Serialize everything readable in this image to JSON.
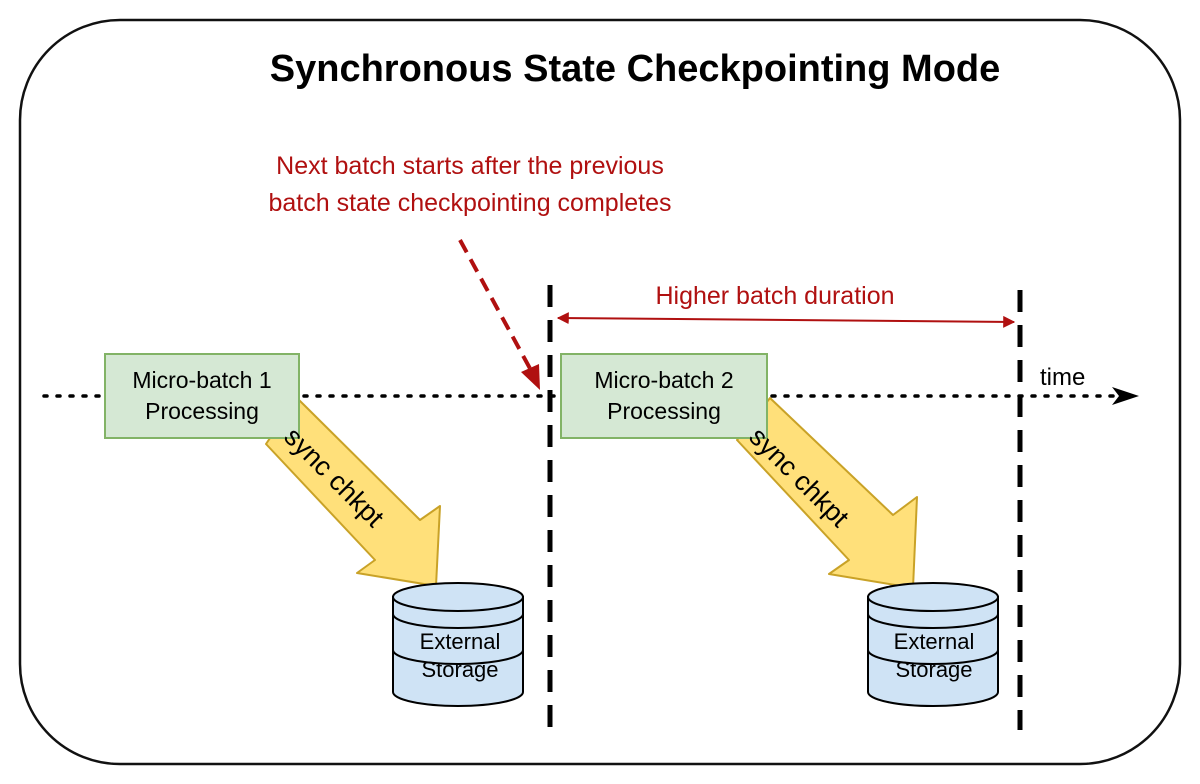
{
  "title": "Synchronous State Checkpointing Mode",
  "annotation": {
    "line1": "Next batch starts after the previous",
    "line2": "batch state checkpointing completes"
  },
  "duration_label": "Higher batch duration",
  "time_label": "time",
  "batches": [
    {
      "line1": "Micro-batch 1",
      "line2": "Processing",
      "checkpoint_label": "sync chkpt",
      "storage_line1": "External",
      "storage_line2": "Storage"
    },
    {
      "line1": "Micro-batch 2",
      "line2": "Processing",
      "checkpoint_label": "sync chkpt",
      "storage_line1": "External",
      "storage_line2": "Storage"
    }
  ],
  "colors": {
    "annotation": "#b01010",
    "process_fill": "#d5e8d4",
    "process_stroke": "#82b366",
    "arrow_fill": "#ffe07a",
    "arrow_stroke": "#c9a227",
    "storage_fill": "#cfe3f5",
    "storage_stroke": "#000000"
  }
}
